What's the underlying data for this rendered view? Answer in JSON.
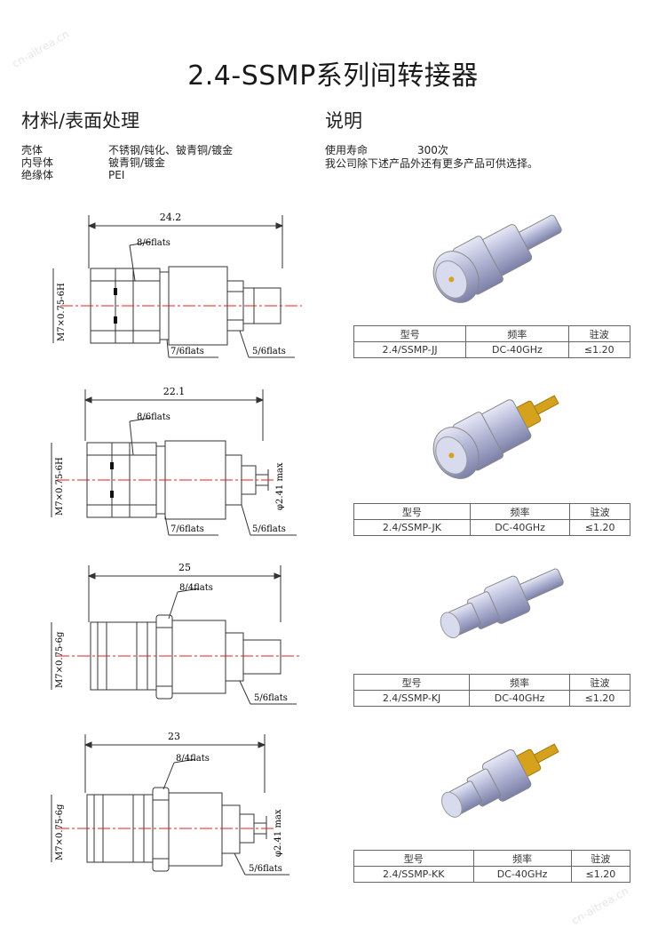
{
  "watermark": "cn-aitrea.cn",
  "title": "2.4-SSMP系列间转接器",
  "materials": {
    "heading": "材料/表面处理",
    "rows": [
      {
        "label": "壳体",
        "value": "不锈钢/钝化、铍青铜/镀金"
      },
      {
        "label": "内导体",
        "value": "铍青铜/镀金"
      },
      {
        "label": "绝缘体",
        "value": "PEI"
      }
    ]
  },
  "description": {
    "heading": "说明",
    "life_label": "使用寿命",
    "life_value": "300次",
    "note": "我公司除下述产品外还有更多产品可供选择。"
  },
  "table_headers": {
    "model": "型号",
    "freq": "频率",
    "vswr": "驻波"
  },
  "products": [
    {
      "model": "2.4/SSMP-JJ",
      "freq": "DC-40GHz",
      "vswr": "≤1.20",
      "dims": {
        "length": "24.2",
        "hex1": "8/6flats",
        "hex2": "7/6flats",
        "hex3": "5/6flats",
        "thread": "M7×0.75-6H"
      }
    },
    {
      "model": "2.4/SSMP-JK",
      "freq": "DC-40GHz",
      "vswr": "≤1.20",
      "dims": {
        "length": "22.1",
        "hex1": "8/6flats",
        "hex2": "7/6flats",
        "hex3": "5/6flats",
        "thread": "M7×0.75-6H",
        "pin": "φ2.41 max"
      }
    },
    {
      "model": "2.4/SSMP-KJ",
      "freq": "DC-40GHz",
      "vswr": "≤1.20",
      "dims": {
        "length": "25",
        "hex1": "8/4flats",
        "hex3": "5/6flats",
        "thread": "M7×0.75-6g"
      }
    },
    {
      "model": "2.4/SSMP-KK",
      "freq": "DC-40GHz",
      "vswr": "≤1.20",
      "dims": {
        "length": "23",
        "hex1": "8/4flats",
        "hex3": "5/6flats",
        "thread": "M7×0.75-6g",
        "pin": "φ2.41 max"
      }
    }
  ],
  "colors": {
    "centerline": "#e02020",
    "metal": "#b4b8d6",
    "gold": "#d6a21e"
  }
}
